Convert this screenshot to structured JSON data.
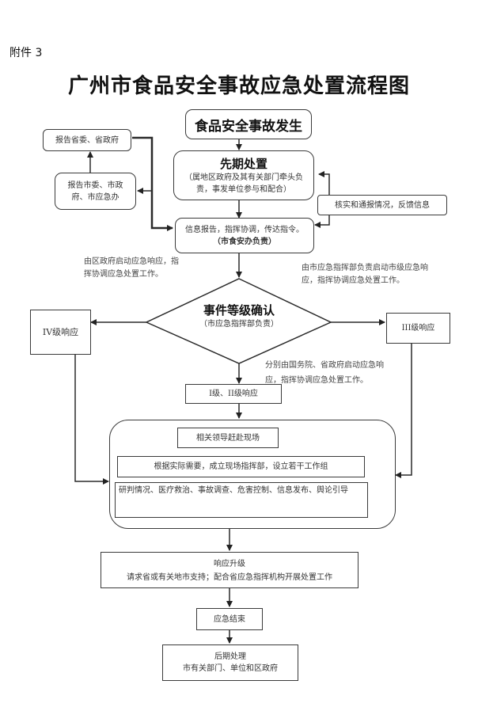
{
  "attachment_label": "附件 3",
  "title": "广州市食品安全事故应急处置流程图",
  "nodes": {
    "incident": "食品安全事故发生",
    "initial_title": "先期处置",
    "initial_desc": "（属地区政府及其有关部门牵头负责，事发单位参与和配合）",
    "report_province": "报告省委、省政府",
    "report_city": "报告市委、市政府、市应急办",
    "info_report": "信息报告，指挥协调，传达指令。",
    "info_report_owner": "（市食安办负责）",
    "verify_feedback": "核实和通报情况，反馈信息",
    "level_confirm_title": "事件等级确认",
    "level_confirm_owner": "（市应急指挥部负责）",
    "level4": "IV级响应",
    "level3": "III级响应",
    "level12": "I级、II级响应",
    "leaders": "相关领导赶赴现场",
    "command_post": "根据实际需要，成立现场指挥部，设立若干工作组",
    "actions": "研判情况、医疗救治、事故调查、危害控制、信息发布、舆论引导",
    "upgrade_title": "响应升级",
    "upgrade_desc": "请求省或有关地市支持；配合省应急指挥机构开展处置工作",
    "end": "应急结束",
    "aftermath_title": "后期处理",
    "aftermath_desc": "市有关部门、单位和区政府"
  },
  "notes": {
    "district_response": "由区政府启动应急响应，指挥协调应急处置工作。",
    "city_response": "由市应急指挥部负责启动市级应急响应，指挥协调应急处置工作。",
    "national_response": "分别由国务院、省政府启动应急响应，指挥协调应急处置工作。"
  }
}
